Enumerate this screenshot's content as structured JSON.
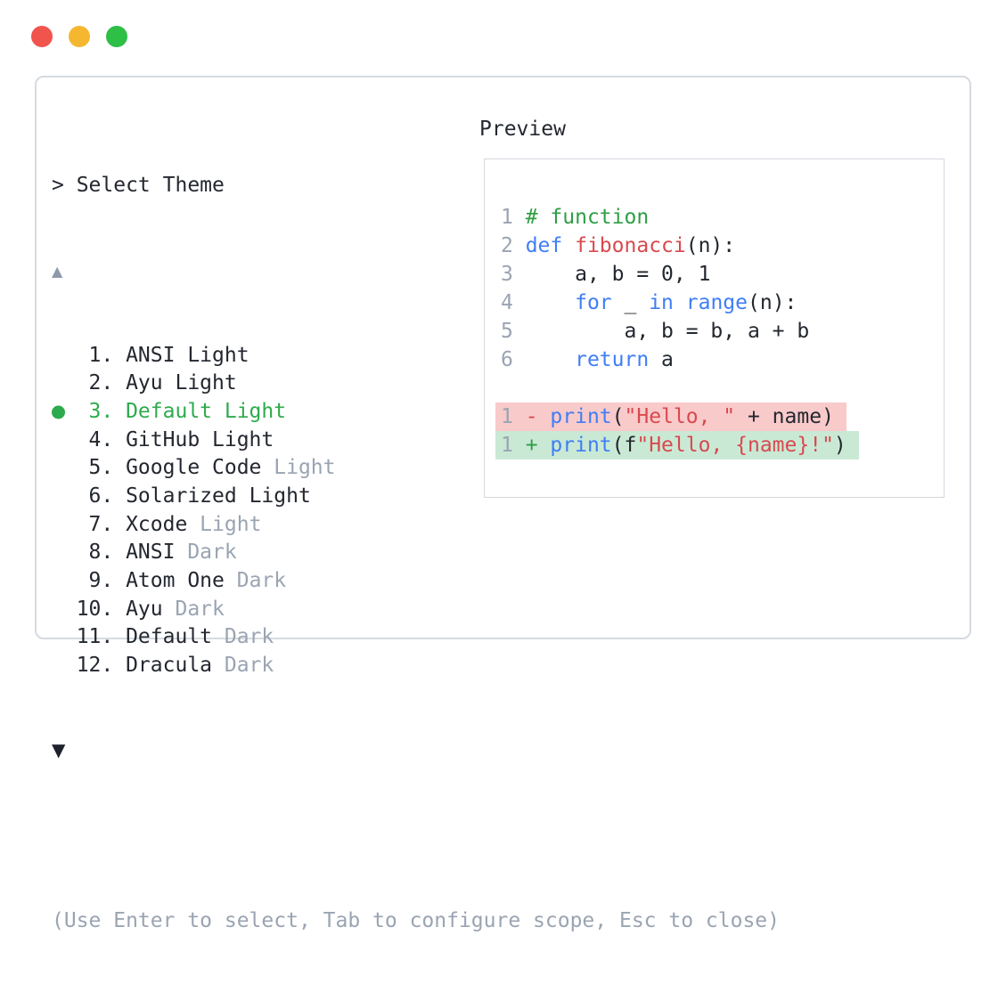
{
  "window": {
    "controls": [
      {
        "name": "close",
        "color": "#f1544d"
      },
      {
        "name": "minimize",
        "color": "#f4b72f"
      },
      {
        "name": "zoom",
        "color": "#2dbf46"
      }
    ]
  },
  "theme_picker": {
    "prompt": "> Select Theme",
    "scroll_up_indicator": "▲",
    "scroll_down_indicator": "▼",
    "items": [
      {
        "num": "1",
        "name": "ANSI",
        "variant": "Light",
        "variant_muted": false,
        "selected": false
      },
      {
        "num": "2",
        "name": "Ayu",
        "variant": "Light",
        "variant_muted": false,
        "selected": false
      },
      {
        "num": "3",
        "name": "Default",
        "variant": "Light",
        "variant_muted": false,
        "selected": true
      },
      {
        "num": "4",
        "name": "GitHub",
        "variant": "Light",
        "variant_muted": false,
        "selected": false
      },
      {
        "num": "5",
        "name": "Google Code",
        "variant": "Light",
        "variant_muted": true,
        "selected": false
      },
      {
        "num": "6",
        "name": "Solarized",
        "variant": "Light",
        "variant_muted": false,
        "selected": false
      },
      {
        "num": "7",
        "name": "Xcode",
        "variant": "Light",
        "variant_muted": true,
        "selected": false
      },
      {
        "num": "8",
        "name": "ANSI",
        "variant": "Dark",
        "variant_muted": true,
        "selected": false
      },
      {
        "num": "9",
        "name": "Atom One",
        "variant": "Dark",
        "variant_muted": true,
        "selected": false
      },
      {
        "num": "10",
        "name": "Ayu",
        "variant": "Dark",
        "variant_muted": true,
        "selected": false
      },
      {
        "num": "11",
        "name": "Default",
        "variant": "Dark",
        "variant_muted": true,
        "selected": false
      },
      {
        "num": "12",
        "name": "Dracula",
        "variant": "Dark",
        "variant_muted": true,
        "selected": false
      }
    ],
    "help": "(Use Enter to select, Tab to configure scope, Esc to close)"
  },
  "preview": {
    "title": "Preview",
    "code_lines": [
      {
        "n": "1",
        "bg": null,
        "tokens": [
          [
            "com",
            "# function"
          ]
        ]
      },
      {
        "n": "2",
        "bg": null,
        "tokens": [
          [
            "kw",
            "def"
          ],
          [
            "pl",
            " "
          ],
          [
            "fn",
            "fibonacci"
          ],
          [
            "pl",
            "(n):"
          ]
        ]
      },
      {
        "n": "3",
        "bg": null,
        "tokens": [
          [
            "pl",
            "    a, b = 0, 1"
          ]
        ]
      },
      {
        "n": "4",
        "bg": null,
        "tokens": [
          [
            "pl",
            "    "
          ],
          [
            "kw",
            "for"
          ],
          [
            "pl",
            " _ "
          ],
          [
            "kw",
            "in"
          ],
          [
            "pl",
            " "
          ],
          [
            "kw",
            "range"
          ],
          [
            "pl",
            "(n):"
          ]
        ]
      },
      {
        "n": "5",
        "bg": null,
        "tokens": [
          [
            "pl",
            "        a, b = b, a + b"
          ]
        ]
      },
      {
        "n": "6",
        "bg": null,
        "tokens": [
          [
            "pl",
            "    "
          ],
          [
            "kw",
            "return"
          ],
          [
            "pl",
            " a"
          ]
        ]
      },
      {
        "n": "",
        "bg": null,
        "tokens": []
      },
      {
        "n": "1",
        "bg": "del",
        "tokens": [
          [
            "del",
            "- "
          ],
          [
            "kw",
            "print"
          ],
          [
            "pl",
            "("
          ],
          [
            "str",
            "\"Hello, \""
          ],
          [
            "pl",
            " + name)"
          ]
        ]
      },
      {
        "n": "1",
        "bg": "ins",
        "tokens": [
          [
            "ins",
            "+ "
          ],
          [
            "kw",
            "print"
          ],
          [
            "pl",
            "(f"
          ],
          [
            "str",
            "\"Hello, {name}!\""
          ],
          [
            "pl",
            ")"
          ]
        ]
      }
    ]
  },
  "colors": {
    "accent_green": "#2dab4c",
    "text_dark": "#23272f",
    "text_muted": "#9aa4b2",
    "syntax_comment": "#2f9e44",
    "syntax_keyword": "#3f7ef5",
    "syntax_red": "#d9494f",
    "diff_del_bg": "#f9caca",
    "diff_ins_bg": "#c9e9d5",
    "panel_border": "#d6dae0",
    "traffic_red": "#f1544d",
    "traffic_yellow": "#f4b72f",
    "traffic_green": "#2dbf46"
  }
}
